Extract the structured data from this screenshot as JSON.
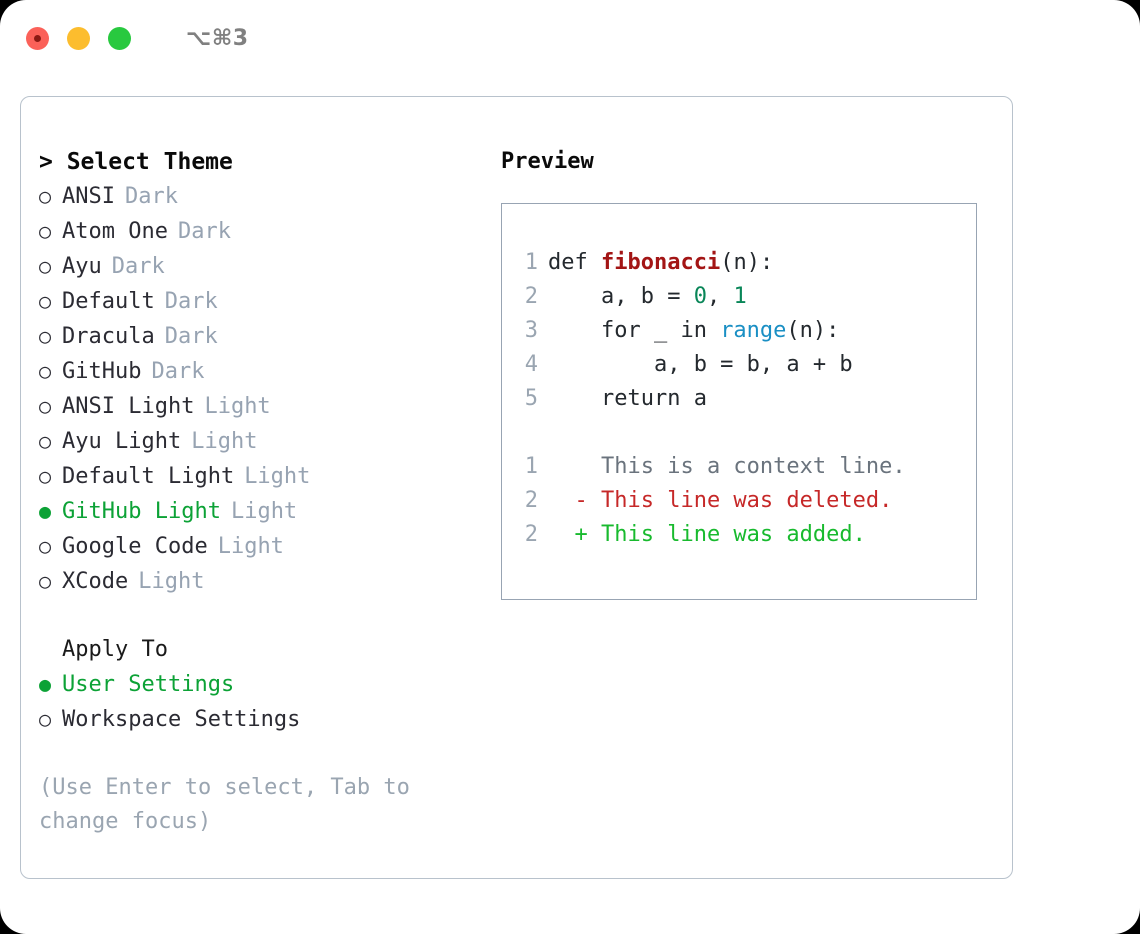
{
  "titlebar": {
    "shortcut": "⌥⌘3",
    "lights": [
      "close-red",
      "minimize-yellow",
      "zoom-green"
    ]
  },
  "theme_picker": {
    "heading": "> Select Theme",
    "items": [
      {
        "marker": "○",
        "label": "ANSI",
        "tag": "Dark",
        "selected": false
      },
      {
        "marker": "○",
        "label": "Atom One",
        "tag": "Dark",
        "selected": false
      },
      {
        "marker": "○",
        "label": "Ayu",
        "tag": "Dark",
        "selected": false
      },
      {
        "marker": "○",
        "label": "Default",
        "tag": "Dark",
        "selected": false
      },
      {
        "marker": "○",
        "label": "Dracula",
        "tag": "Dark",
        "selected": false
      },
      {
        "marker": "○",
        "label": "GitHub",
        "tag": "Dark",
        "selected": false
      },
      {
        "marker": "○",
        "label": "ANSI Light",
        "tag": "Light",
        "selected": false
      },
      {
        "marker": "○",
        "label": "Ayu Light",
        "tag": "Light",
        "selected": false
      },
      {
        "marker": "○",
        "label": "Default Light",
        "tag": "Light",
        "selected": false
      },
      {
        "marker": "●",
        "label": "GitHub Light",
        "tag": "Light",
        "selected": true
      },
      {
        "marker": "○",
        "label": "Google Code",
        "tag": "Light",
        "selected": false
      },
      {
        "marker": "○",
        "label": "XCode",
        "tag": "Light",
        "selected": false
      }
    ]
  },
  "apply_to": {
    "heading": "Apply To",
    "items": [
      {
        "marker": "●",
        "label": "User Settings",
        "selected": true
      },
      {
        "marker": "○",
        "label": "Workspace Settings",
        "selected": false
      }
    ]
  },
  "hint": "(Use Enter to select, Tab to change focus)",
  "preview": {
    "title": "Preview",
    "code_lines": [
      {
        "no": "1",
        "segments": [
          {
            "text": "def ",
            "style": "plain"
          },
          {
            "text": "fibonacci",
            "style": "fn"
          },
          {
            "text": "(n):",
            "style": "plain"
          }
        ]
      },
      {
        "no": "2",
        "segments": [
          {
            "text": "    a, b = ",
            "style": "plain"
          },
          {
            "text": "0",
            "style": "num"
          },
          {
            "text": ", ",
            "style": "plain"
          },
          {
            "text": "1",
            "style": "num"
          }
        ]
      },
      {
        "no": "3",
        "segments": [
          {
            "text": "    for _ in ",
            "style": "plain"
          },
          {
            "text": "range",
            "style": "call"
          },
          {
            "text": "(n):",
            "style": "plain"
          }
        ]
      },
      {
        "no": "4",
        "segments": [
          {
            "text": "        a, b = b, a + b",
            "style": "plain"
          }
        ]
      },
      {
        "no": "5",
        "segments": [
          {
            "text": "    return a",
            "style": "plain"
          }
        ]
      }
    ],
    "diff_lines": [
      {
        "no": "1",
        "marker": "  ",
        "text": "This is a context line.",
        "kind": "context"
      },
      {
        "no": "2",
        "marker": "- ",
        "text": "This line was deleted.",
        "kind": "deleted"
      },
      {
        "no": "2",
        "marker": "+ ",
        "text": "This line was added.",
        "kind": "added"
      }
    ]
  },
  "colors": {
    "selected_green": "#0ca236",
    "tag_gray": "#97a3b2",
    "hint_gray": "#9aa5b1",
    "panel_border": "#b8c2cc",
    "preview_border": "#98a4b3",
    "diff_added": "#18ba2e",
    "diff_deleted": "#c62828",
    "diff_context": "#6a737d",
    "syntax_function": "#a31515",
    "syntax_number": "#098658",
    "syntax_call": "#1a8fc4"
  }
}
